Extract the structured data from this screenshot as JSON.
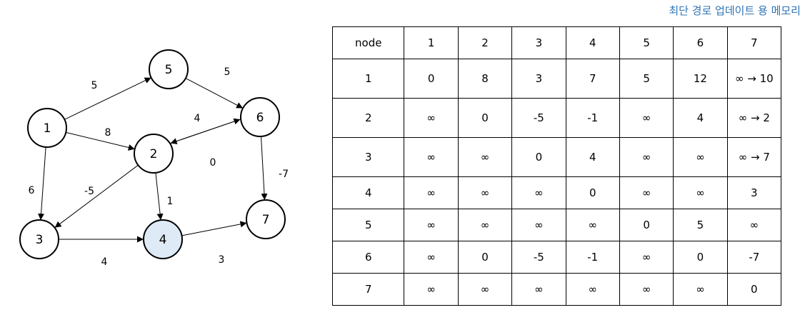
{
  "caption": "최단 경로 업데이트 용 메모리",
  "colors": {
    "caption": "#2e75b6",
    "highlight_node": "#deebf7"
  },
  "graph": {
    "nodes": [
      {
        "id": "1",
        "label": "1",
        "highlighted": false
      },
      {
        "id": "2",
        "label": "2",
        "highlighted": false
      },
      {
        "id": "3",
        "label": "3",
        "highlighted": false
      },
      {
        "id": "4",
        "label": "4",
        "highlighted": true
      },
      {
        "id": "5",
        "label": "5",
        "highlighted": false
      },
      {
        "id": "6",
        "label": "6",
        "highlighted": false
      },
      {
        "id": "7",
        "label": "7",
        "highlighted": false
      }
    ],
    "edges": [
      {
        "from": "1",
        "to": "5",
        "weight": "5"
      },
      {
        "from": "5",
        "to": "6",
        "weight": "5"
      },
      {
        "from": "1",
        "to": "2",
        "weight": "8"
      },
      {
        "from": "2",
        "to": "6",
        "weight": "4"
      },
      {
        "from": "6",
        "to": "2",
        "weight": "0"
      },
      {
        "from": "1",
        "to": "3",
        "weight": "6"
      },
      {
        "from": "2",
        "to": "3",
        "weight": "-5"
      },
      {
        "from": "2",
        "to": "4",
        "weight": "1"
      },
      {
        "from": "6",
        "to": "7",
        "weight": "-7"
      },
      {
        "from": "3",
        "to": "4",
        "weight": "4"
      },
      {
        "from": "4",
        "to": "7",
        "weight": "3"
      }
    ]
  },
  "table": {
    "header": [
      "node",
      "1",
      "2",
      "3",
      "4",
      "5",
      "6",
      "7"
    ],
    "rows": [
      [
        "1",
        "0",
        "8",
        "3",
        "7",
        "5",
        "12",
        "∞ → 10"
      ],
      [
        "2",
        "∞",
        "0",
        "-5",
        "-1",
        "∞",
        "4",
        "∞ → 2"
      ],
      [
        "3",
        "∞",
        "∞",
        "0",
        "4",
        "∞",
        "∞",
        "∞ → 7"
      ],
      [
        "4",
        "∞",
        "∞",
        "∞",
        "0",
        "∞",
        "∞",
        "3"
      ],
      [
        "5",
        "∞",
        "∞",
        "∞",
        "∞",
        "0",
        "5",
        "∞"
      ],
      [
        "6",
        "∞",
        "0",
        "-5",
        "-1",
        "∞",
        "0",
        "-7"
      ],
      [
        "7",
        "∞",
        "∞",
        "∞",
        "∞",
        "∞",
        "∞",
        "0"
      ]
    ]
  }
}
